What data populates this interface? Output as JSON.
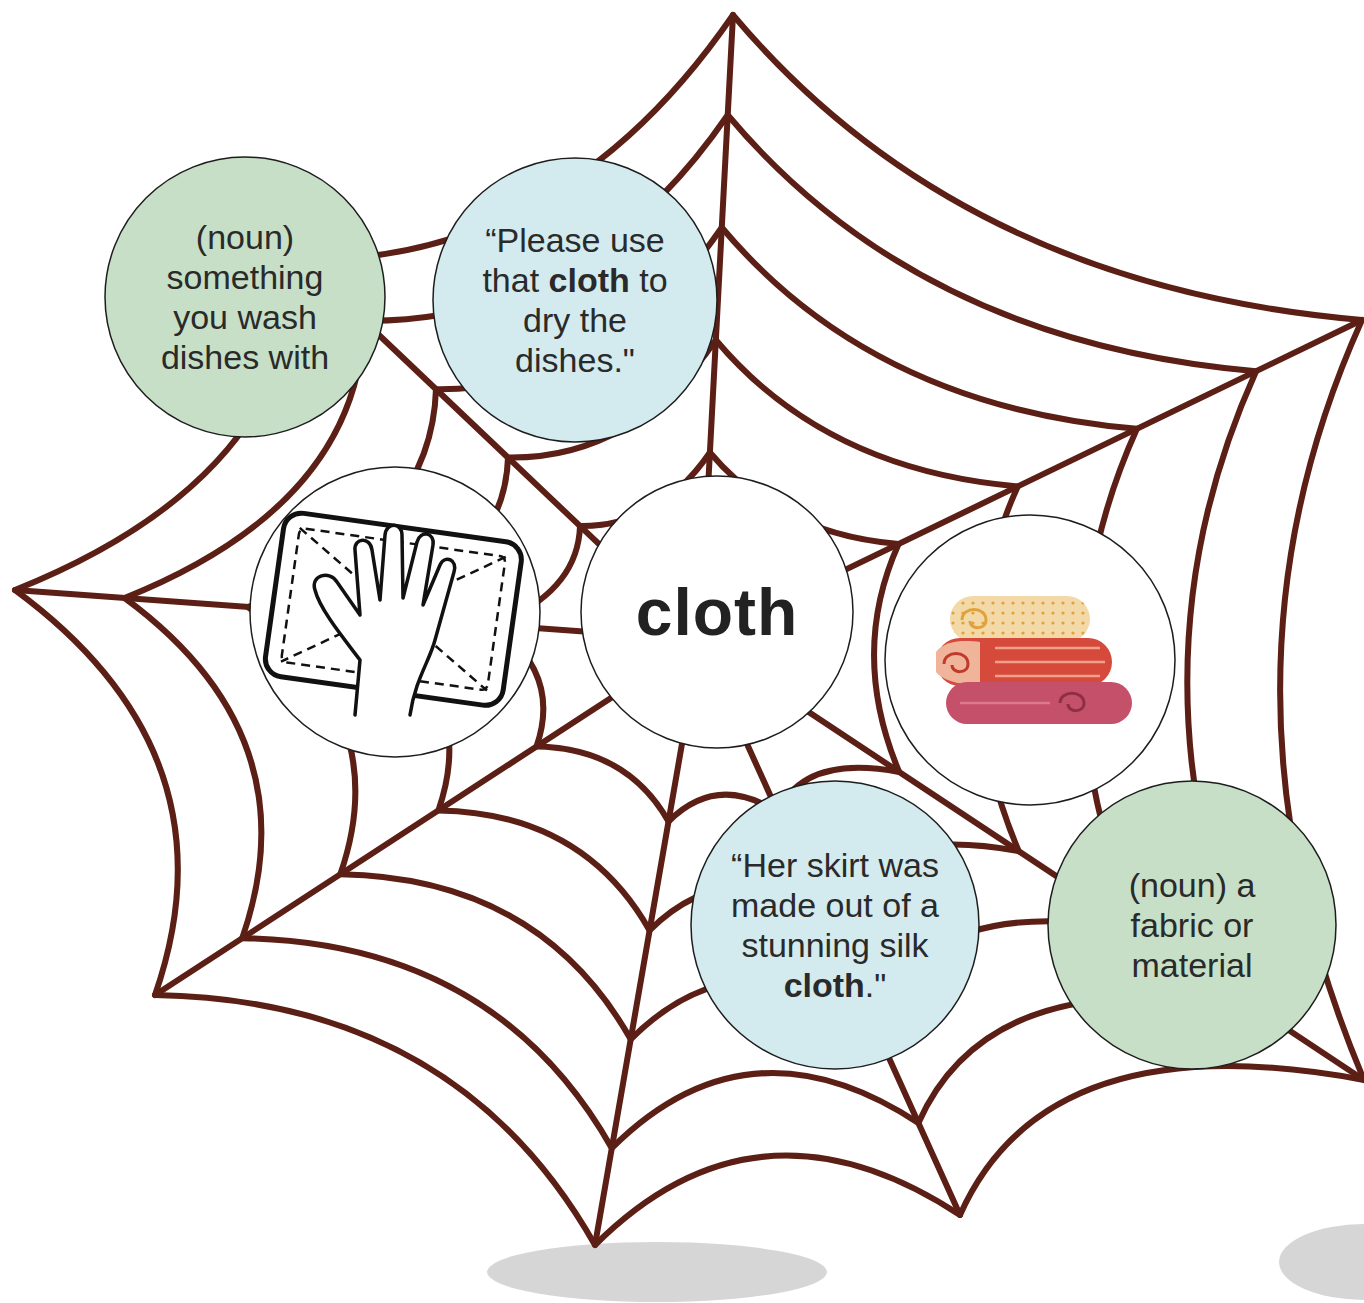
{
  "diagram": {
    "nodes": [
      {
        "text": [
          "(noun) something you wash dishes with"
        ]
      },
      {
        "text": [
          "“Please use that cloth to dry the dishes.\""
        ]
      },
      {
        "text": [
          "cloth"
        ]
      },
      {
        "text": [
          "“Her skirt was made out of a stunning silk cloth.\""
        ]
      },
      {
        "text": [
          "(noun) a fabric or material"
        ]
      }
    ]
  }
}
